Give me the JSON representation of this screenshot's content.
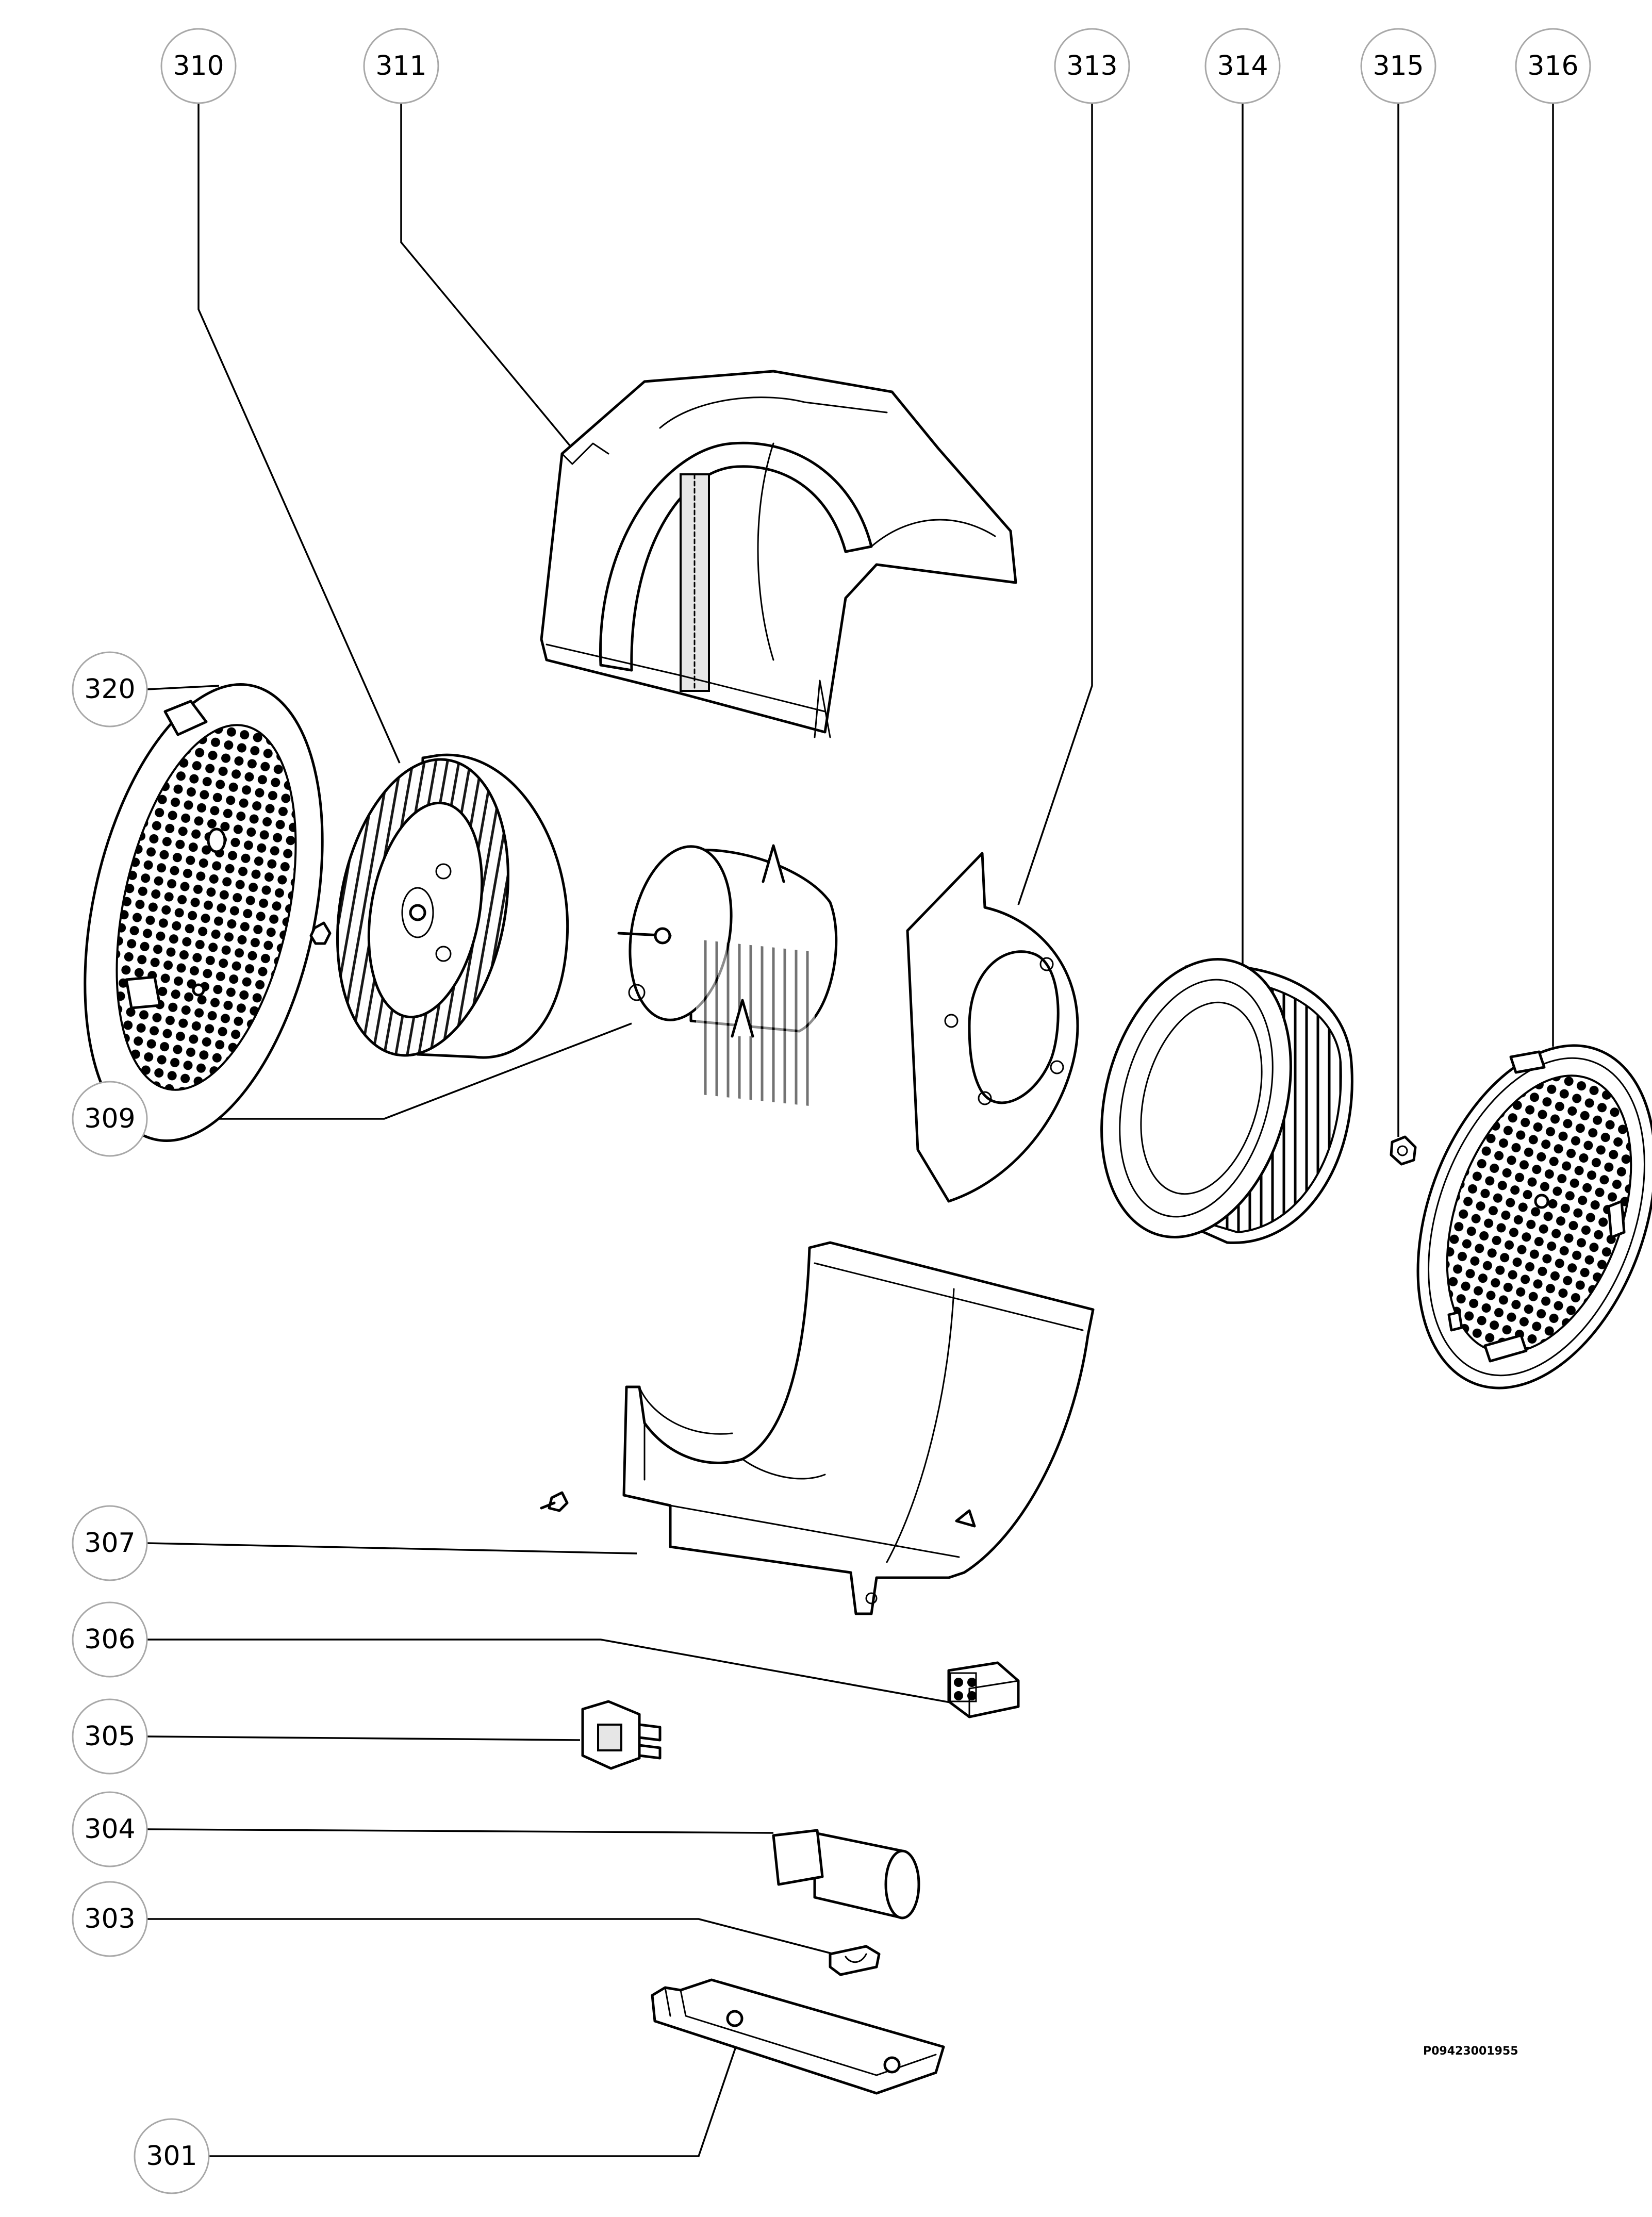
{
  "diagram": {
    "reference_code": "P09423001955",
    "callouts": [
      {
        "id": "310",
        "label": "310",
        "part": "fan-wheel-left"
      },
      {
        "id": "311",
        "label": "311",
        "part": "upper-housing"
      },
      {
        "id": "313",
        "label": "313",
        "part": "mounting-plate"
      },
      {
        "id": "314",
        "label": "314",
        "part": "fan-wheel-right"
      },
      {
        "id": "315",
        "label": "315",
        "part": "nut-right"
      },
      {
        "id": "316",
        "label": "316",
        "part": "grille-right"
      },
      {
        "id": "320",
        "label": "320",
        "part": "grille-left"
      },
      {
        "id": "309",
        "label": "309",
        "part": "motor"
      },
      {
        "id": "307",
        "label": "307",
        "part": "lower-housing"
      },
      {
        "id": "306",
        "label": "306",
        "part": "connector-block"
      },
      {
        "id": "305",
        "label": "305",
        "part": "plug-connector"
      },
      {
        "id": "304",
        "label": "304",
        "part": "capacitor"
      },
      {
        "id": "303",
        "label": "303",
        "part": "clamp"
      },
      {
        "id": "301",
        "label": "301",
        "part": "cover-plate"
      }
    ]
  }
}
